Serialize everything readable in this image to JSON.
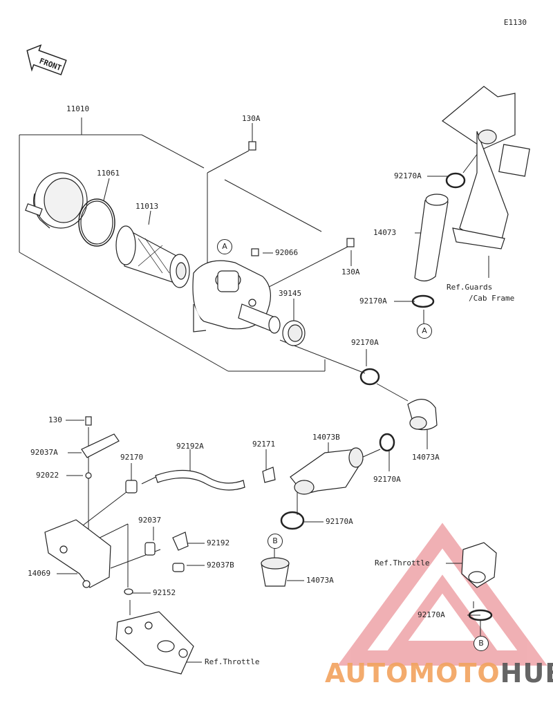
{
  "diagram_id": "E1130",
  "front_label": "FRONT",
  "labels": {
    "p11010": "11010",
    "p11061": "11061",
    "p11013": "11013",
    "p130A_top": "130A",
    "p92066": "92066",
    "p130A_right": "130A",
    "p39145": "39145",
    "p92170A_1": "92170A",
    "p14073_top": "14073",
    "p92170A_2": "92170A",
    "ref_guards": "Ref.Guards",
    "ref_cab": "/Cab Frame",
    "p92170A_3": "92170A",
    "p130": "130",
    "p92037A": "92037A",
    "p92022": "92022",
    "p92170": "92170",
    "p92192A": "92192A",
    "p92171": "92171",
    "p14073B": "14073B",
    "p14073A_1": "14073A",
    "p92170A_4": "92170A",
    "p92170A_5": "92170A",
    "p92037": "92037",
    "p92192": "92192",
    "p92037B": "92037B",
    "p14069": "14069",
    "p92152": "92152",
    "p14073A_2": "14073A",
    "ref_throttle_1": "Ref.Throttle",
    "p92170A_6": "92170A",
    "ref_throttle_2": "Ref.Throttle"
  },
  "callouts": {
    "a1": "A",
    "a2": "A",
    "b1": "B",
    "b2": "B"
  },
  "watermark": {
    "part1": "AUTOMOTO",
    "part2": "HUB",
    "color1": "#f2a35e",
    "color2": "#555555",
    "triangle_color": "#e0525a"
  }
}
